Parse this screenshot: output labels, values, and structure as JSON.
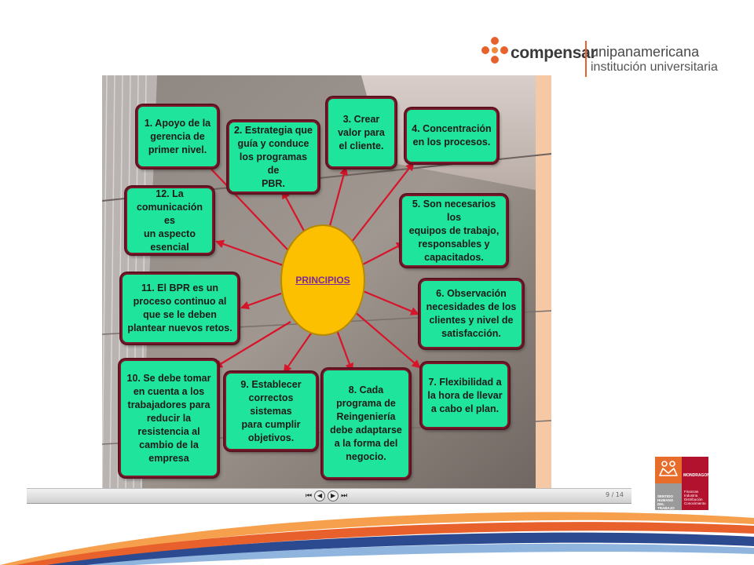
{
  "header": {
    "brand": "compensar",
    "institution_name": "unipanamericana",
    "institution_type": "institución universitaria"
  },
  "diagram": {
    "center_label": "PRINCIPIOS",
    "nodes": [
      {
        "id": 1,
        "text": "1. Apoyo de la\ngerencia de\nprimer nivel."
      },
      {
        "id": 2,
        "text": "2. Estrategia que\nguía y conduce\nlos programas de\nPBR."
      },
      {
        "id": 3,
        "text": "3. Crear\nvalor para\nel cliente."
      },
      {
        "id": 4,
        "text": "4. Concentración\nen los procesos."
      },
      {
        "id": 5,
        "text": "5. Son necesarios los\nequipos de trabajo,\nresponsables y\ncapacitados."
      },
      {
        "id": 6,
        "text": "6. Observación\nnecesidades de los\nclientes y nivel de\nsatisfacción."
      },
      {
        "id": 7,
        "text": "7. Flexibilidad a\nla hora de llevar\na cabo el plan."
      },
      {
        "id": 8,
        "text": "8. Cada\nprograma de\nReingeniería\ndebe adaptarse\na la forma del\nnegocio."
      },
      {
        "id": 9,
        "text": "9. Establecer\ncorrectos sistemas\npara cumplir\nobjetivos."
      },
      {
        "id": 10,
        "text": "10. Se debe tomar\nen cuenta a los\ntrabajadores para\nreducir la\nresistencia al\ncambio de la\nempresa"
      },
      {
        "id": 11,
        "text": "11. El BPR es un\nproceso continuo al\nque se le deben\nplantear nuevos retos."
      },
      {
        "id": 12,
        "text": "12. La\ncomunicación es\nun aspecto\nesencial"
      }
    ]
  },
  "viewer_toolbar": {
    "first_icon": "first-page-icon",
    "prev_icon": "previous-page-icon",
    "next_icon": "next-page-icon",
    "last_icon": "last-page-icon",
    "page_indicator": "9 / 14"
  },
  "footer_logo": {
    "name": "MONDRAGON",
    "motto": "SENTIDO\nHUMANO\nDEL TRABAJO",
    "areas": "Finanzas\nIndustria\nDistribución\nConocimiento"
  },
  "colors": {
    "node_fill": "#1fe49b",
    "node_border": "#7a1a2a",
    "center_fill": "#fcc000",
    "center_text": "#7a2a9a",
    "arrow": "#d8142a",
    "brand_orange": "#e8612c",
    "mondragon_red": "#b3122f"
  }
}
